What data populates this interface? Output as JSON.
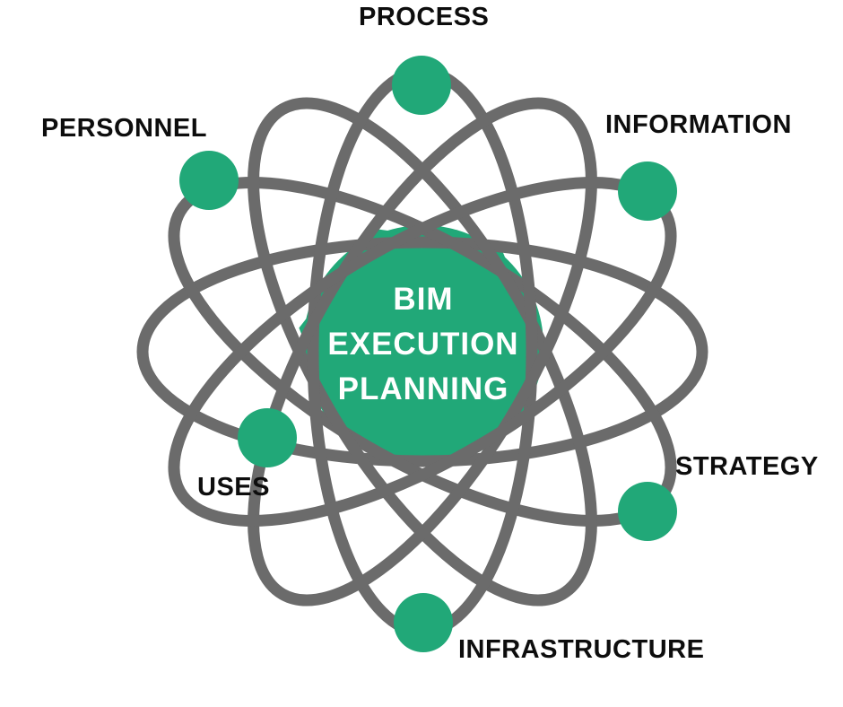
{
  "diagram": {
    "title_lines": [
      "BIM",
      "EXECUTION",
      "PLANNING"
    ],
    "nodes": [
      {
        "id": "process",
        "label": "PROCESS"
      },
      {
        "id": "personnel",
        "label": "PERSONNEL"
      },
      {
        "id": "information",
        "label": "INFORMATION"
      },
      {
        "id": "uses",
        "label": "USES"
      },
      {
        "id": "strategy",
        "label": "STRATEGY"
      },
      {
        "id": "infrastructure",
        "label": "INFRASTRUCTURE"
      }
    ],
    "colors": {
      "accent_green": "#21A878",
      "orbit_gray": "#6B6B6B",
      "label_black": "#0D0D0D",
      "center_text_white": "#FFFFFF",
      "background": "#FFFFFF"
    }
  }
}
